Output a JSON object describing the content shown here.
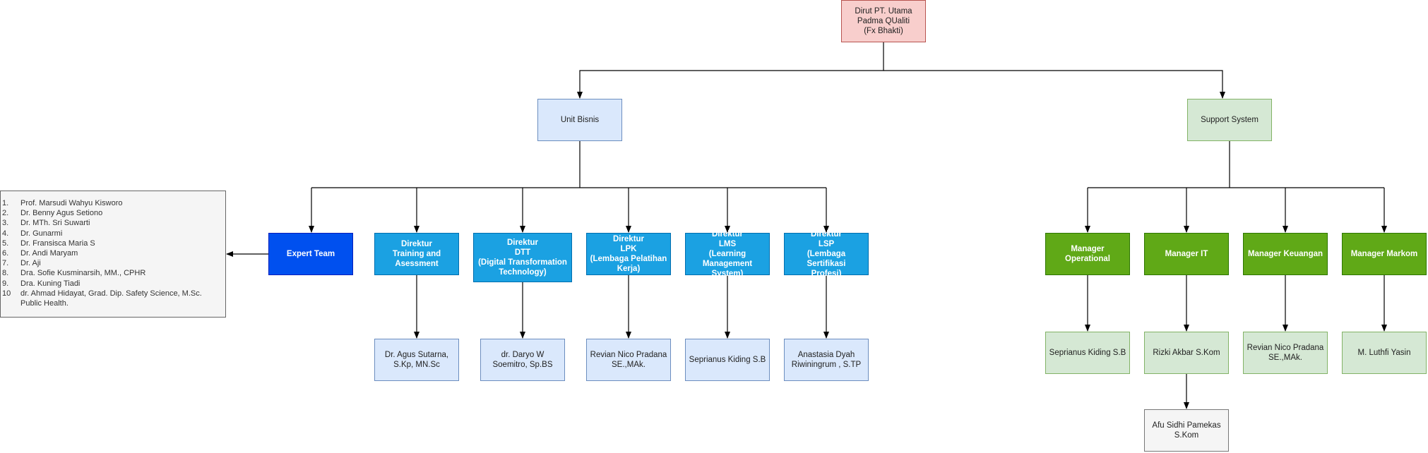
{
  "root": "Dirut PT. Utama\nPadma QUaliti\n(Fx Bhakti)",
  "unit_bisnis": "Unit Bisnis",
  "support_system": "Support System",
  "expert_team": "Expert Team",
  "direktur": [
    "Direktur\nTraining and\nAsessment",
    "Direktur\nDTT\n(Digital Transformation\nTechnology)",
    "Direktur\nLPK\n(Lembaga Pelatihan\nKerja)",
    "Direktur\nLMS\n(Learning\nManagement System)",
    "Direktur\nLSP\n(Lembaga Sertifikasi\nProfesi)"
  ],
  "direktur_staff": [
    "Dr. Agus Sutarna,\nS.Kp, MN.Sc",
    "dr. Daryo W\nSoemitro, Sp.BS",
    "Revian Nico Pradana\nSE.,MAk.",
    "Seprianus Kiding S.B",
    "Anastasia Dyah\nRiwiningrum , S.TP"
  ],
  "managers": [
    "Manager Operational",
    "Manager IT",
    "Manager Keuangan",
    "Manager Markom"
  ],
  "manager_staff": [
    "Seprianus Kiding S.B",
    "Rizki Akbar S.Kom",
    "Revian Nico Pradana\nSE.,MAk.",
    "M. Luthfi Yasin"
  ],
  "it_sub_staff": "Afu Sidhi Pamekas\nS.Kom",
  "expert_members": [
    {
      "num": "1.",
      "name": "Prof. Marsudi Wahyu Kisworo"
    },
    {
      "num": "2.",
      "name": "Dr. Benny Agus Setiono"
    },
    {
      "num": "3.",
      "name": "Dr. MTh. Sri Suwarti"
    },
    {
      "num": "4.",
      "name": "Dr. Gunarmi"
    },
    {
      "num": "5.",
      "name": "Dr. Fransisca Maria S"
    },
    {
      "num": "6.",
      "name": "Dr. Andi Maryam"
    },
    {
      "num": "7.",
      "name": "Dr. Aji"
    },
    {
      "num": "8.",
      "name": "Dra. Sofie Kusminarsih, MM., CPHR"
    },
    {
      "num": "9.",
      "name": "Dra. Kuning Tiadi"
    },
    {
      "num": "10",
      "name": "dr. Ahmad Hidayat, Grad. Dip. Safety Science, M.Sc. Public Health."
    }
  ],
  "colors": {
    "line": "#000000"
  }
}
